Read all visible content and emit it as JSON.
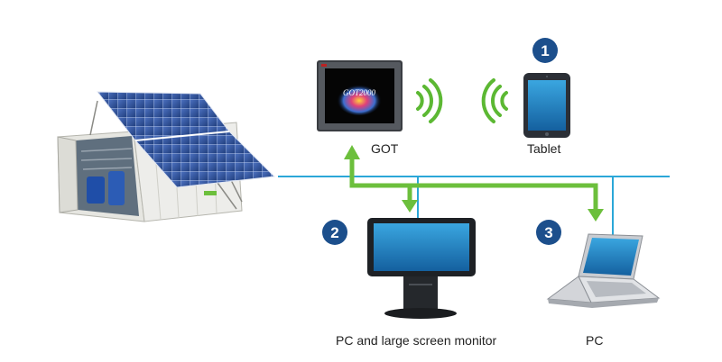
{
  "labels": {
    "got": "GOT",
    "tablet": "Tablet",
    "pc_monitor": "PC and large screen monitor",
    "pc": "PC"
  },
  "badges": {
    "tablet": "1",
    "monitor": "2",
    "pc": "3"
  },
  "got_screen_text": "GOT2000",
  "colors": {
    "network_line": "#2ba7d8",
    "arrow": "#6cbf3c",
    "wifi": "#5cb833",
    "badge": "#1c4f8c",
    "screen_blue": "#1f7fc0",
    "solar_panel": "#2a4e9e",
    "container": "#e9e9e4"
  },
  "icons": [
    "solar-container-icon",
    "got-hmi-icon",
    "tablet-icon",
    "monitor-icon",
    "laptop-icon",
    "wifi-icon"
  ]
}
